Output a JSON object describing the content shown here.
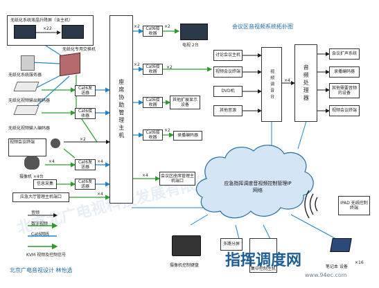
{
  "header": {
    "title": "会议区音视频系统拓扑图",
    "author": "北京广电音视设计 林怡选"
  },
  "top_left": {
    "title": "无纸化系统液晶升降屏（含主机）",
    "multiplier": "×22",
    "switch_label": "无纸化专用交换机",
    "server_label": "无纸化系统服务器",
    "decoder_label": "无纸化视频输出解码器",
    "encoder_label": "无纸化视频输入编码器"
  },
  "core": {
    "host_label": "座席协助管理主机"
  },
  "cat6": {
    "rx": "Cat6接收器",
    "tx": "Cat6发送器"
  },
  "outputs": {
    "tv_label": "电视 2台",
    "other_video_label": "其他扩展显示设备",
    "encoder_label": "录播编码器",
    "mgmt_label": "会议区座席管理主机端口"
  },
  "inputs": {
    "video_conf_label": "视频会议终端",
    "camera_label": "摄像机 ×4台",
    "info_label": "信息采集",
    "command_label": "应急大厅管理主机端口"
  },
  "center": {
    "meeting_host": "讨论会议主机",
    "video_conf": "视频会议终端",
    "dvd": "DVD机",
    "other_audio": "其他音源",
    "matrix": "视频调音台",
    "processor": "音频处理器"
  },
  "right": {
    "speaker": "会议扩声系统",
    "recorder": "录播编码器",
    "other_outputs": "其他需要音频的设备",
    "vc_terminal": "视频会议终端",
    "ipad": "IPAD 无线控制终端"
  },
  "cloud": {
    "label": "应急指挥调度音视频控制管理IP网络"
  },
  "bottom": {
    "controller": "摄像机控制键盘",
    "multi_split": "多路分屏",
    "ctrl_box": "集中控制主机",
    "laptop": "笔记本 设备"
  },
  "legend": {
    "items": [
      "音频",
      "数字视频",
      "Cat6网线",
      "KVM 视频及控制信号"
    ],
    "colors": [
      "#1a1a1a",
      "#2a9d2a",
      "#1f86c8",
      "#2a9d2a"
    ]
  },
  "multipliers": {
    "m2": "×2",
    "m4": "×4",
    "m16": "×16"
  },
  "watermarks": {
    "main": "北京北广电视科技发展有限公司",
    "site": "指挥调度网",
    "url": "www.94ec.com"
  }
}
